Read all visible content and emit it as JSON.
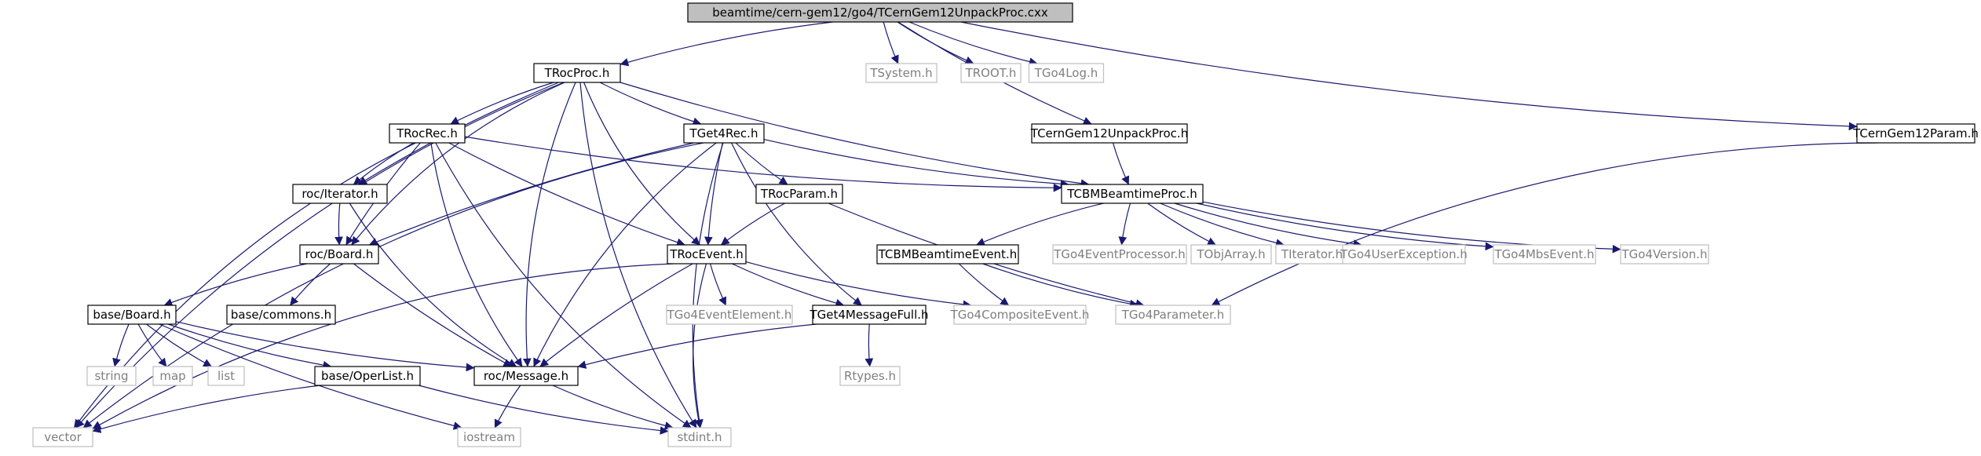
{
  "graph": {
    "root": "beamtime/cern-gem12/go4/TCernGem12UnpackProc.cxx",
    "edge_colors": {
      "include": "#191970",
      "system": "#191970"
    },
    "nodes": [
      {
        "id": "root",
        "label": "beamtime/cern-gem12/go4/TCernGem12UnpackProc.cxx",
        "kind": "root"
      },
      {
        "id": "TRocProc",
        "label": "TRocProc.h",
        "kind": "file"
      },
      {
        "id": "TSystem",
        "label": "TSystem.h",
        "kind": "system"
      },
      {
        "id": "TROOT",
        "label": "TROOT.h",
        "kind": "system"
      },
      {
        "id": "TGo4Log",
        "label": "TGo4Log.h",
        "kind": "system"
      },
      {
        "id": "TCernGem12UnpackProc",
        "label": "TCernGem12UnpackProc.h",
        "kind": "file"
      },
      {
        "id": "TCernGem12Param",
        "label": "TCernGem12Param.h",
        "kind": "file"
      },
      {
        "id": "TRocRec",
        "label": "TRocRec.h",
        "kind": "file"
      },
      {
        "id": "TGet4Rec",
        "label": "TGet4Rec.h",
        "kind": "file"
      },
      {
        "id": "rocIterator",
        "label": "roc/Iterator.h",
        "kind": "file"
      },
      {
        "id": "TRocParam",
        "label": "TRocParam.h",
        "kind": "file"
      },
      {
        "id": "TCBMBeamtimeProc",
        "label": "TCBMBeamtimeProc.h",
        "kind": "file"
      },
      {
        "id": "rocBoard",
        "label": "roc/Board.h",
        "kind": "file"
      },
      {
        "id": "TRocEvent",
        "label": "TRocEvent.h",
        "kind": "file"
      },
      {
        "id": "TCBMBeamtimeEvent",
        "label": "TCBMBeamtimeEvent.h",
        "kind": "file"
      },
      {
        "id": "TGo4EventProcessor",
        "label": "TGo4EventProcessor.h",
        "kind": "system"
      },
      {
        "id": "TObjArray",
        "label": "TObjArray.h",
        "kind": "system"
      },
      {
        "id": "TIterator",
        "label": "TIterator.h",
        "kind": "system"
      },
      {
        "id": "TGo4UserException",
        "label": "TGo4UserException.h",
        "kind": "system"
      },
      {
        "id": "TGo4MbsEvent",
        "label": "TGo4MbsEvent.h",
        "kind": "system"
      },
      {
        "id": "TGo4Version",
        "label": "TGo4Version.h",
        "kind": "system"
      },
      {
        "id": "baseBoard",
        "label": "base/Board.h",
        "kind": "file"
      },
      {
        "id": "baseCommons",
        "label": "base/commons.h",
        "kind": "file"
      },
      {
        "id": "TGo4EventElement",
        "label": "TGo4EventElement.h",
        "kind": "system"
      },
      {
        "id": "TGet4MessageFull",
        "label": "TGet4MessageFull.h",
        "kind": "file"
      },
      {
        "id": "TGo4CompositeEvent",
        "label": "TGo4CompositeEvent.h",
        "kind": "system"
      },
      {
        "id": "TGo4Parameter",
        "label": "TGo4Parameter.h",
        "kind": "system"
      },
      {
        "id": "string",
        "label": "string",
        "kind": "system"
      },
      {
        "id": "map",
        "label": "map",
        "kind": "system"
      },
      {
        "id": "list",
        "label": "list",
        "kind": "system"
      },
      {
        "id": "baseOperList",
        "label": "base/OperList.h",
        "kind": "file"
      },
      {
        "id": "rocMessage",
        "label": "roc/Message.h",
        "kind": "file"
      },
      {
        "id": "Rtypes",
        "label": "Rtypes.h",
        "kind": "system"
      },
      {
        "id": "vector",
        "label": "vector",
        "kind": "system"
      },
      {
        "id": "iostream",
        "label": "iostream",
        "kind": "system"
      },
      {
        "id": "stdint",
        "label": "stdint.h",
        "kind": "system"
      }
    ],
    "edges": [
      [
        "root",
        "TRocProc"
      ],
      [
        "root",
        "TSystem"
      ],
      [
        "root",
        "TROOT"
      ],
      [
        "root",
        "TGo4Log"
      ],
      [
        "root",
        "TCernGem12UnpackProc"
      ],
      [
        "root",
        "TCernGem12Param"
      ],
      [
        "TRocProc",
        "vector"
      ],
      [
        "TRocProc",
        "rocIterator"
      ],
      [
        "TRocProc",
        "rocBoard"
      ],
      [
        "TRocProc",
        "TRocRec"
      ],
      [
        "TRocProc",
        "TGet4Rec"
      ],
      [
        "TRocProc",
        "TRocEvent"
      ],
      [
        "TRocProc",
        "rocMessage"
      ],
      [
        "TRocProc",
        "TCBMBeamtimeProc"
      ],
      [
        "TRocProc",
        "stdint"
      ],
      [
        "TRocRec",
        "vector"
      ],
      [
        "TRocRec",
        "rocIterator"
      ],
      [
        "TRocRec",
        "rocBoard"
      ],
      [
        "TRocRec",
        "TRocEvent"
      ],
      [
        "TRocRec",
        "rocMessage"
      ],
      [
        "TRocRec",
        "stdint"
      ],
      [
        "TRocRec",
        "TCBMBeamtimeProc"
      ],
      [
        "TGet4Rec",
        "vector"
      ],
      [
        "TGet4Rec",
        "rocBoard"
      ],
      [
        "TGet4Rec",
        "TRocEvent"
      ],
      [
        "TGet4Rec",
        "TRocParam"
      ],
      [
        "TGet4Rec",
        "rocMessage"
      ],
      [
        "TGet4Rec",
        "TGet4MessageFull"
      ],
      [
        "TGet4Rec",
        "TCBMBeamtimeProc"
      ],
      [
        "TGet4Rec",
        "stdint"
      ],
      [
        "rocIterator",
        "rocBoard"
      ],
      [
        "rocIterator",
        "rocMessage"
      ],
      [
        "TRocParam",
        "TRocEvent"
      ],
      [
        "TRocParam",
        "TGo4Parameter"
      ],
      [
        "TCernGem12UnpackProc",
        "TCBMBeamtimeProc"
      ],
      [
        "TCernGem12Param",
        "TGo4Parameter"
      ],
      [
        "TCBMBeamtimeProc",
        "TCBMBeamtimeEvent"
      ],
      [
        "TCBMBeamtimeProc",
        "TGo4EventProcessor"
      ],
      [
        "TCBMBeamtimeProc",
        "TObjArray"
      ],
      [
        "TCBMBeamtimeProc",
        "TIterator"
      ],
      [
        "TCBMBeamtimeProc",
        "TGo4UserException"
      ],
      [
        "TCBMBeamtimeProc",
        "TGo4MbsEvent"
      ],
      [
        "TCBMBeamtimeProc",
        "TGo4Version"
      ],
      [
        "TCBMBeamtimeEvent",
        "TGo4CompositeEvent"
      ],
      [
        "TCBMBeamtimeEvent",
        "TGo4Parameter"
      ],
      [
        "rocBoard",
        "baseBoard"
      ],
      [
        "rocBoard",
        "baseCommons"
      ],
      [
        "rocBoard",
        "rocMessage"
      ],
      [
        "TRocEvent",
        "TGo4EventElement"
      ],
      [
        "TRocEvent",
        "TGet4MessageFull"
      ],
      [
        "TRocEvent",
        "TGo4CompositeEvent"
      ],
      [
        "TRocEvent",
        "rocMessage"
      ],
      [
        "TRocEvent",
        "vector"
      ],
      [
        "TRocEvent",
        "stdint"
      ],
      [
        "baseBoard",
        "string"
      ],
      [
        "baseBoard",
        "map"
      ],
      [
        "baseBoard",
        "list"
      ],
      [
        "baseBoard",
        "baseOperList"
      ],
      [
        "baseBoard",
        "rocMessage"
      ],
      [
        "baseBoard",
        "iostream"
      ],
      [
        "baseOperList",
        "vector"
      ],
      [
        "baseOperList",
        "stdint"
      ],
      [
        "TGet4MessageFull",
        "rocMessage"
      ],
      [
        "TGet4MessageFull",
        "Rtypes"
      ],
      [
        "rocMessage",
        "iostream"
      ],
      [
        "rocMessage",
        "stdint"
      ]
    ]
  }
}
